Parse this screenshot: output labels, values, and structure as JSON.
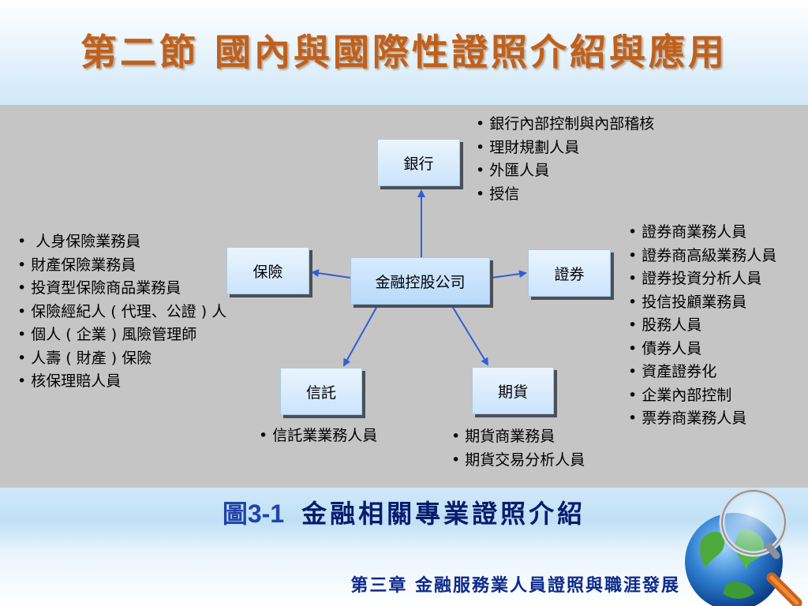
{
  "slide": {
    "title": "第二節 國內與國際性證照介紹與應用",
    "caption_label": "圖3-1",
    "caption_text": "金融相關專業證照介紹",
    "footer": "第三章 金融服務業人員證照與職涯發展"
  },
  "diagram": {
    "center": "金融控股公司",
    "nodes": {
      "bank": "銀行",
      "insurance": "保險",
      "securities": "證券",
      "trust": "信託",
      "futures": "期貨"
    },
    "lists": {
      "bank": [
        "銀行內部控制與內部稽核",
        "理財規劃人員",
        "外匯人員",
        "授信"
      ],
      "insurance": [
        " 人身保險業務員",
        "財產保險業務員",
        "投資型保險商品業務員",
        "保險經紀人 ( 代理、公證 ) 人",
        "個人 ( 企業 ) 風險管理師",
        "人壽 ( 財產 ) 保險",
        "核保理賠人員"
      ],
      "securities": [
        "證券商業務人員",
        "證券商高級業務人員",
        "證券投資分析人員",
        "投信投顧業務員",
        "股務人員",
        "債券人員",
        "資產證券化",
        "企業內部控制",
        "票券商業務人員"
      ],
      "trust": [
        "信託業業務人員"
      ],
      "futures": [
        "期貨商業務員",
        "期貨交易分析人員"
      ]
    }
  },
  "colors": {
    "title": "#c0601c",
    "panel": "#c5c5c5",
    "node_fill": "#cbe4fb",
    "arrow": "#2f5fd8",
    "caption": "#081c6e"
  },
  "icons": {
    "logo": "globe-magnifier-icon"
  }
}
